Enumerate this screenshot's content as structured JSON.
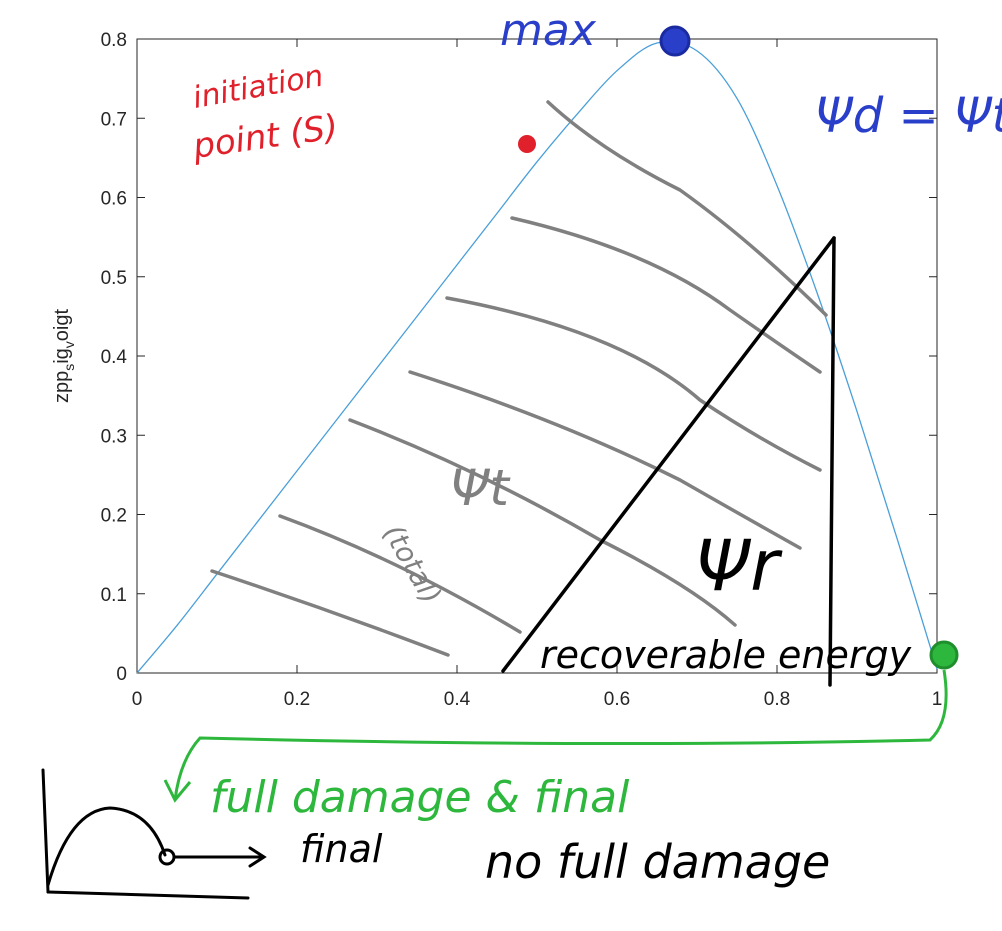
{
  "chart_data": {
    "type": "line",
    "ylabel_parts": [
      "zpp",
      "s",
      "ig",
      "v",
      "oigt"
    ],
    "xlim": [
      0,
      1
    ],
    "ylim": [
      0,
      0.8
    ],
    "x_ticks": [
      "0",
      "0.2",
      "0.4",
      "0.6",
      "0.8",
      "1"
    ],
    "y_ticks": [
      "0",
      "0.1",
      "0.2",
      "0.3",
      "0.4",
      "0.5",
      "0.6",
      "0.7",
      "0.8"
    ],
    "series": [
      {
        "color": "#4a9fd9",
        "x": [
          0,
          0.05,
          0.1,
          0.15,
          0.2,
          0.25,
          0.3,
          0.35,
          0.4,
          0.45,
          0.5,
          0.55,
          0.6,
          0.65,
          0.7,
          0.75,
          0.8,
          0.85,
          0.9,
          0.95,
          1.0
        ],
        "y": [
          0,
          0.06,
          0.125,
          0.19,
          0.255,
          0.32,
          0.385,
          0.45,
          0.515,
          0.58,
          0.645,
          0.705,
          0.76,
          0.795,
          0.785,
          0.725,
          0.615,
          0.48,
          0.33,
          0.17,
          0.005
        ]
      }
    ],
    "grid": false,
    "legend": "none"
  },
  "annotations": {
    "max_label": "max",
    "initiation_label_line1": "initiation",
    "initiation_label_line2": "point (S)",
    "psi_d_label": "Ψd = Ψt − Ψr",
    "psi_t_label": "Ψt",
    "total_label": "(total)",
    "psi_r_label": "Ψr",
    "recoverable_label": "recoverable energy",
    "full_damage_label": "full damage & final",
    "final_label": "final",
    "no_full_damage_label": "no full damage"
  },
  "colors": {
    "curve": "#4a9fd9",
    "max_marker": "#2a3fc9",
    "initiation": "#e0202a",
    "final_marker": "#2db83d",
    "hatch": "#808080",
    "ink": "#000000",
    "axis": "#262626"
  }
}
